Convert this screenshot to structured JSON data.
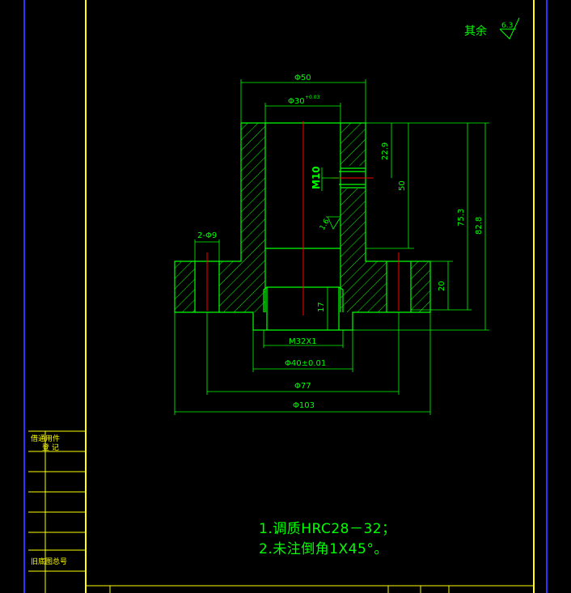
{
  "surface_finish": {
    "label": "其余",
    "value": "6.3"
  },
  "dimensions": {
    "outer_top": "Φ50",
    "bore": "Φ30",
    "bore_tol": "+0.03",
    "hole_pattern": "2-Φ9",
    "h_22_9": "22.9",
    "h_50": "50",
    "h_75_3": "75.3",
    "h_82_8": "82.8",
    "h_20": "20",
    "h_17": "17",
    "thread_side": "M10",
    "roughness_inner": "1.6",
    "thread_bottom": "M32X1",
    "d40": "Φ40±0.01",
    "d77": "Φ77",
    "d103": "Φ103"
  },
  "notes": [
    "1.调质HRC28－32；",
    "2.未注倒角1X45°。"
  ],
  "side_table": {
    "row1": "借通用件",
    "row2": "登  记",
    "row3": "旧底图总号"
  },
  "colors": {
    "frame": "#ffff00",
    "border": "#3333ff",
    "geometry": "#00ff00",
    "centerline": "#ff0000",
    "dim": "#00ff00",
    "outer": "#ffffff"
  }
}
